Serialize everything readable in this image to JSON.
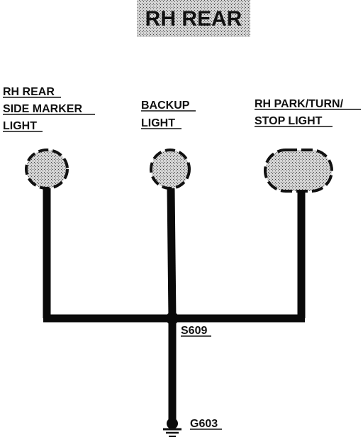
{
  "title": "RH REAR",
  "components": {
    "side_marker": {
      "lines": [
        "RH REAR",
        "SIDE MARKER",
        "LIGHT"
      ]
    },
    "backup": {
      "lines": [
        "BACKUP",
        "LIGHT"
      ]
    },
    "park_turn_stop": {
      "lines": [
        "RH PARK/TURN/",
        "STOP LIGHT"
      ]
    }
  },
  "splice": "S609",
  "ground": "G603"
}
